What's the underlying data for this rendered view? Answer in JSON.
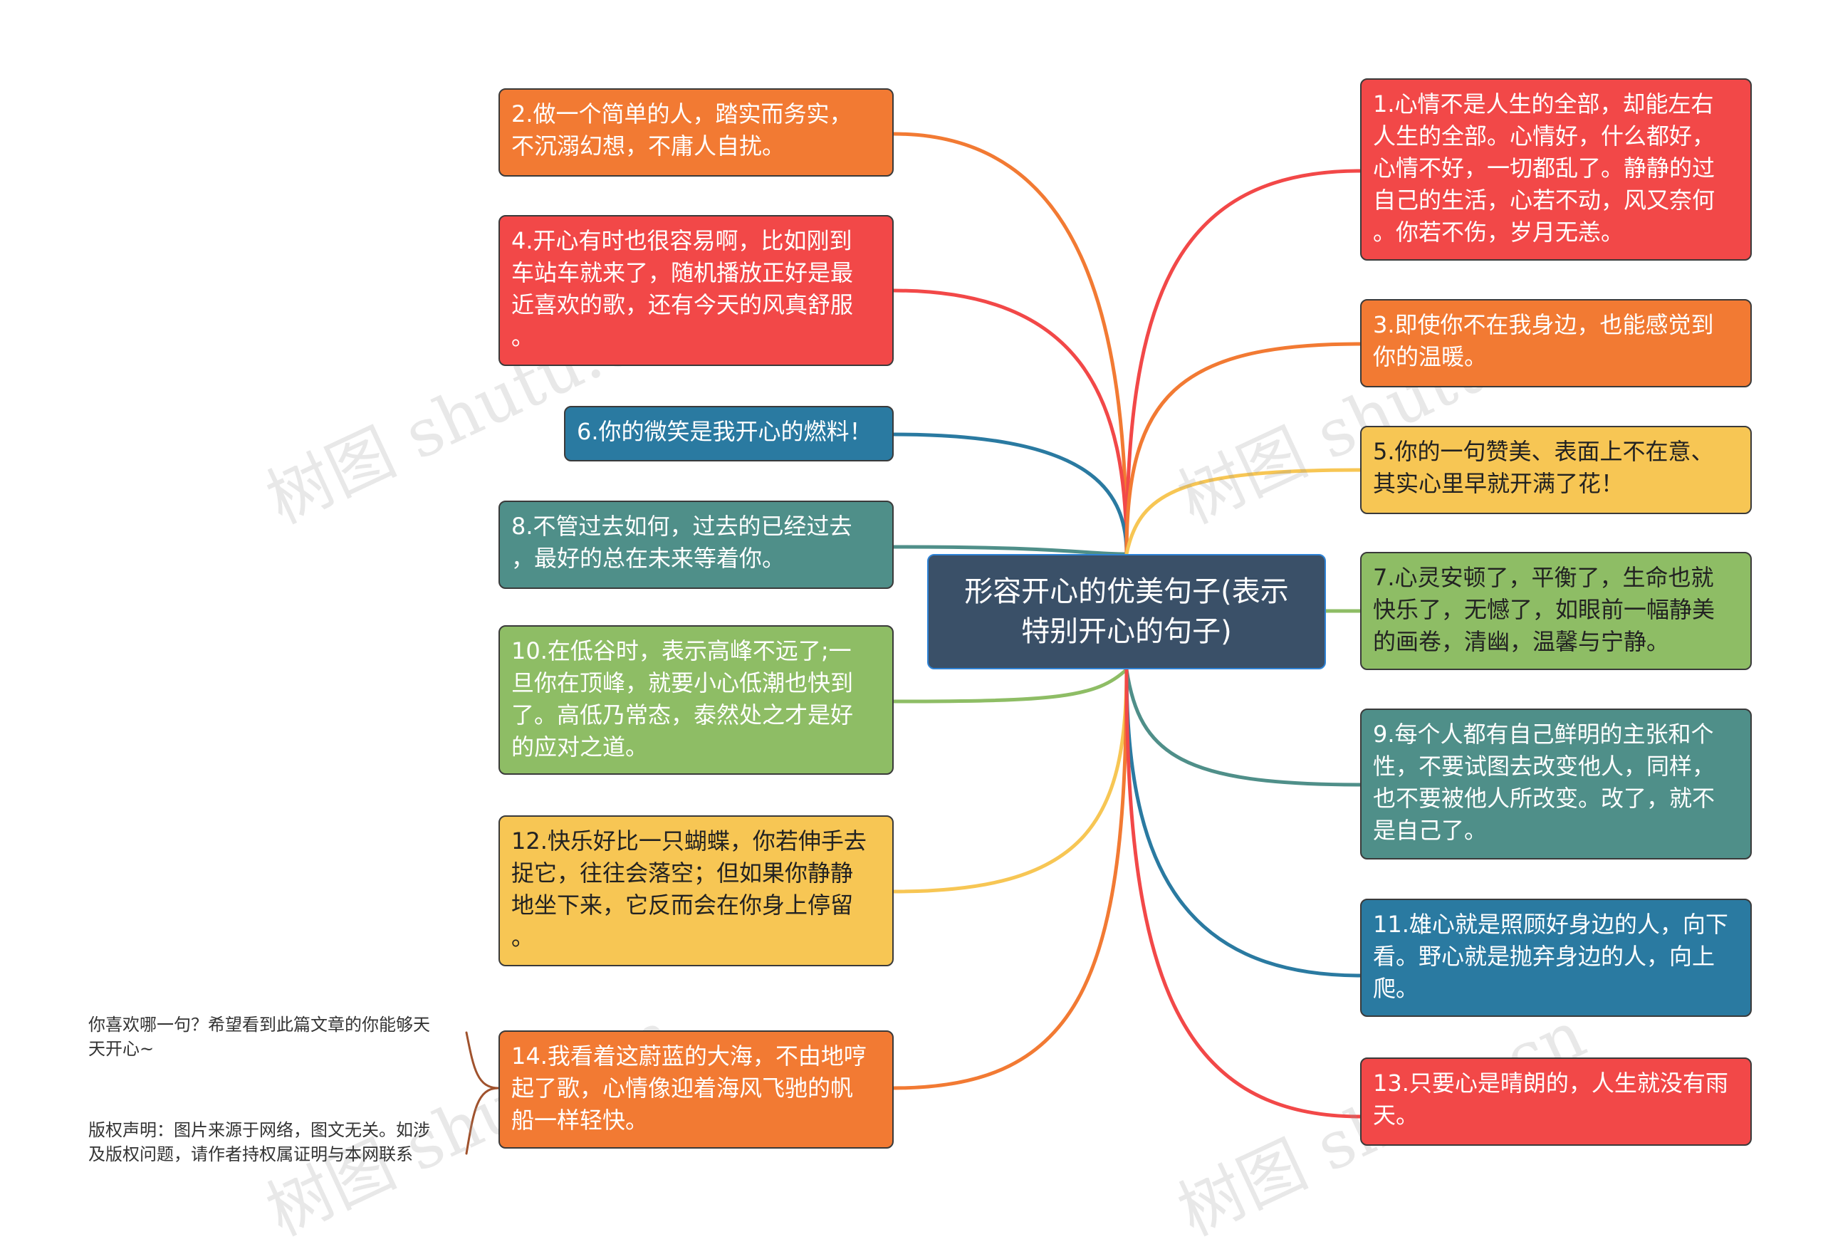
{
  "center": {
    "title": "形容开心的优美句子(表示\n特别开心的句子)"
  },
  "colors": {
    "orange": "#f27a33",
    "red": "#f24848",
    "blue": "#2a7aa1",
    "teal": "#4f8f89",
    "green": "#8ebd65",
    "yellow": "#f7c654",
    "center": "#3a5068",
    "brown": "#a0522d"
  },
  "nodes": [
    {
      "id": "n1",
      "text": "1.心情不是人生的全部，却能左右\n人生的全部。心情好，什么都好，\n心情不好，一切都乱了。静静的过\n自己的生活，心若不动，风又奈何\n。你若不伤，岁月无恙。"
    },
    {
      "id": "n2",
      "text": "2.做一个简单的人，踏实而务实，\n不沉溺幻想，不庸人自扰。"
    },
    {
      "id": "n3",
      "text": "3.即使你不在我身边，也能感觉到\n你的温暖。"
    },
    {
      "id": "n4",
      "text": "4.开心有时也很容易啊，比如刚到\n车站车就来了，随机播放正好是最\n近喜欢的歌，还有今天的风真舒服\n。"
    },
    {
      "id": "n5",
      "text": "5.你的一句赞美、表面上不在意、\n其实心里早就开满了花！"
    },
    {
      "id": "n6",
      "text": "6.你的微笑是我开心的燃料！"
    },
    {
      "id": "n7",
      "text": "7.心灵安顿了，平衡了，生命也就\n快乐了，无憾了，如眼前一幅静美\n的画卷，清幽，温馨与宁静。"
    },
    {
      "id": "n8",
      "text": "8.不管过去如何，过去的已经过去\n，最好的总在未来等着你。"
    },
    {
      "id": "n9",
      "text": "9.每个人都有自己鲜明的主张和个\n性，不要试图去改变他人，同样，\n也不要被他人所改变。改了，就不\n是自己了。"
    },
    {
      "id": "n10",
      "text": "10.在低谷时，表示高峰不远了;一\n旦你在顶峰，就要小心低潮也快到\n了。高低乃常态，泰然处之才是好\n的应对之道。"
    },
    {
      "id": "n11",
      "text": "11.雄心就是照顾好身边的人，向下\n看。野心就是抛弃身边的人，向上\n爬。"
    },
    {
      "id": "n12",
      "text": "12.快乐好比一只蝴蝶，你若伸手去\n捉它，往往会落空；但如果你静静\n地坐下来，它反而会在你身上停留\n。"
    },
    {
      "id": "n13",
      "text": "13.只要心是晴朗的，人生就没有雨\n天。"
    },
    {
      "id": "n14",
      "text": "14.我看着这蔚蓝的大海，不由地哼\n起了歌，心情像迎着海风飞驰的帆\n船一样轻快。"
    }
  ],
  "notes": {
    "note1": "你喜欢哪一句？希望看到此篇文章的你能够天\n天开心~",
    "note2": "版权声明：图片来源于网络，图文无关。如涉\n及版权问题，请作者持权属证明与本网联系"
  },
  "watermark": "树图 shutu.cn"
}
